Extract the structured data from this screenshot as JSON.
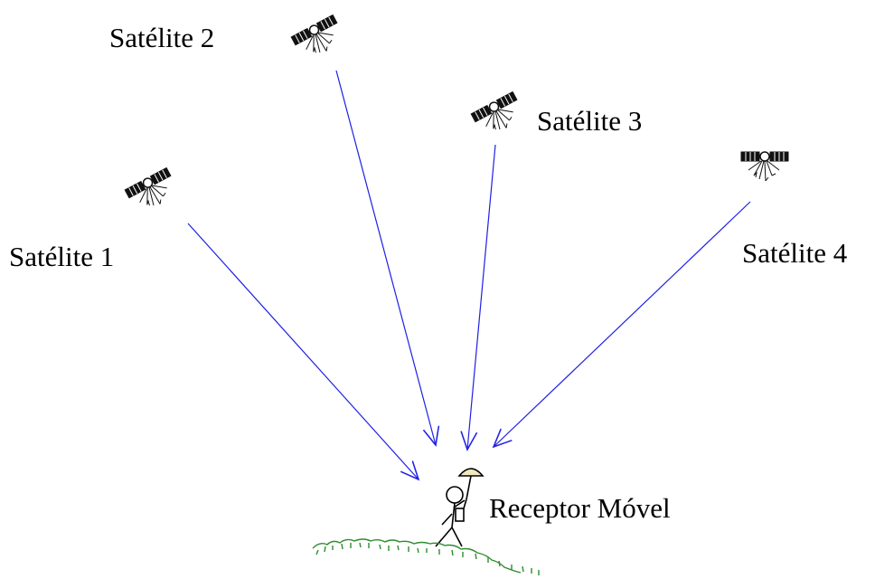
{
  "labels": {
    "satellite_1": "Satélite 1",
    "satellite_2": "Satélite 2",
    "satellite_3": "Satélite 3",
    "satellite_4": "Satélite 4",
    "receiver": "Receptor Móvel"
  },
  "colors": {
    "signal_line": "#1f1fe6",
    "ground": "#2e8b2e",
    "ink": "#000000",
    "antenna_fill": "#f0e8c0"
  },
  "icons": {
    "satellite": "satellite-icon",
    "receiver": "person-with-antenna-icon",
    "ground": "grass-ground"
  }
}
